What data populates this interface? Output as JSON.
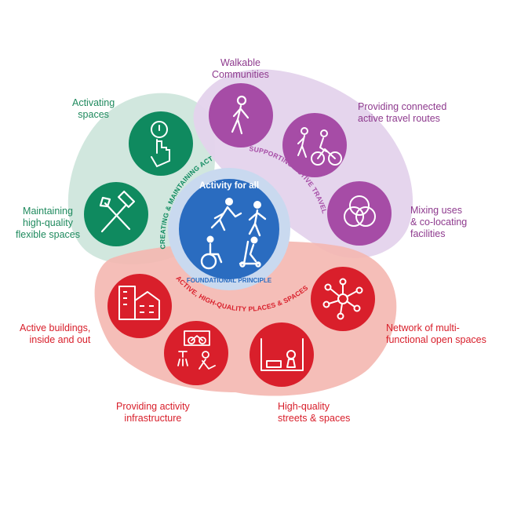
{
  "colors": {
    "green": "#0f8a5f",
    "green_tint": "#cfe6dc",
    "purple": "#a64ca6",
    "purple_tint": "#e4d3ec",
    "red": "#d91f2b",
    "red_tint": "#f4b7b0",
    "blue": "#2a6cc0",
    "blue_tint": "#c9d9ef"
  },
  "center": {
    "title": "Activity for all",
    "subtitle": "FOUNDATIONAL PRINCIPLE"
  },
  "arcs": {
    "green": "CREATING & MAINTAINING ACTIVITY",
    "purple": "SUPPORTING ACTIVE TRAVEL",
    "red": "ACTIVE, HIGH-QUALITY PLACES & SPACES"
  },
  "labels": {
    "walkable": [
      "Walkable",
      "Communities"
    ],
    "routes": [
      "Providing connected",
      "active travel routes"
    ],
    "mixing": [
      "Mixing uses",
      "& co-locating",
      "facilities"
    ],
    "network": [
      "Network of multi-",
      "functional open spaces"
    ],
    "streets": [
      "High-quality",
      "streets & spaces"
    ],
    "infrastructure": [
      "Providing activity",
      "infrastructure"
    ],
    "buildings": [
      "Active buildings,",
      "inside and out"
    ],
    "maintaining": [
      "Maintaining",
      "high-quality",
      "flexible spaces"
    ],
    "activating": [
      "Activating",
      "spaces"
    ]
  },
  "icons": {
    "activating": "touch-power-icon",
    "maintaining": "hammer-wrench-icon",
    "walkable": "walking-person-icon",
    "routes": "cyclists-icon",
    "mixing": "venn-circles-icon",
    "network": "network-nodes-icon",
    "streets": "street-planters-icon",
    "infrastructure": "bike-shower-icon",
    "buildings": "buildings-icon",
    "center": "active-people-icon"
  }
}
